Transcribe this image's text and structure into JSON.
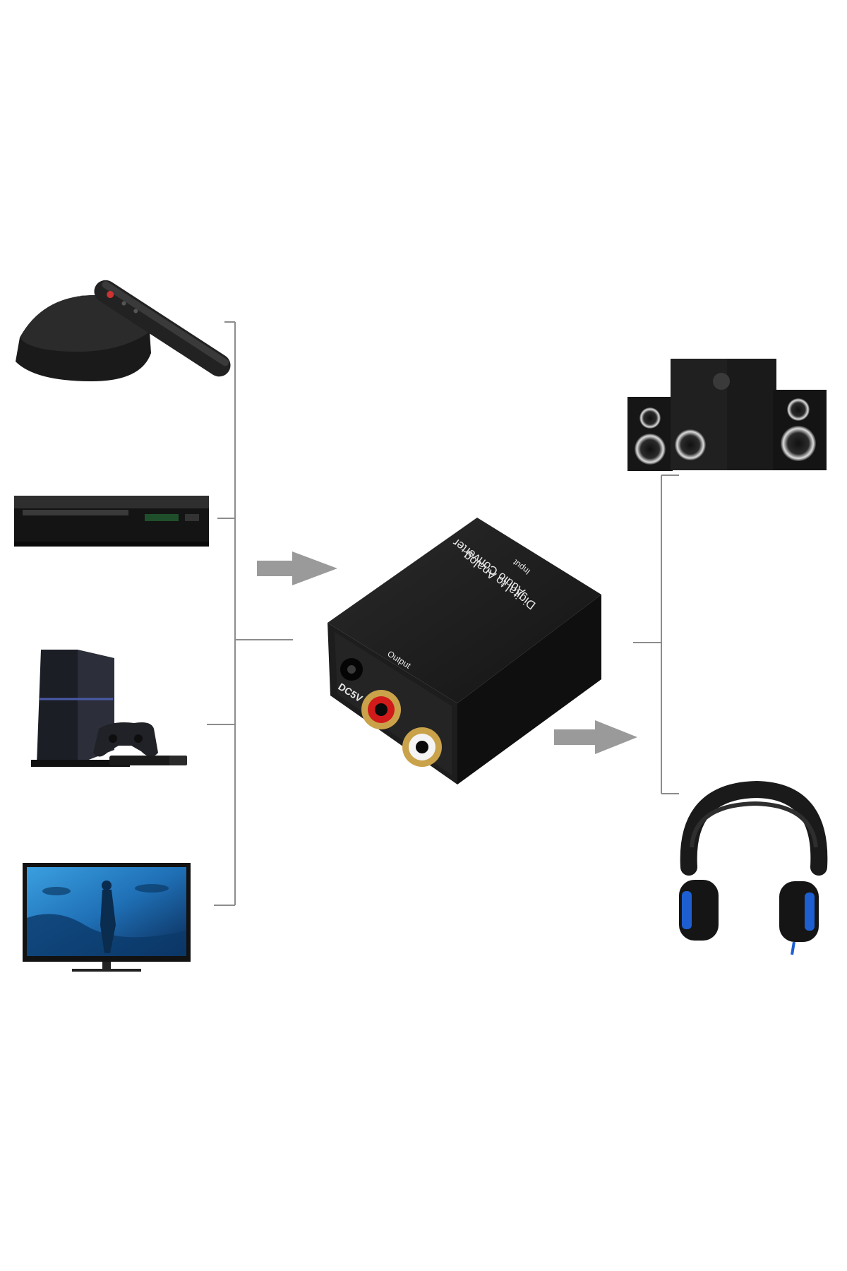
{
  "converter": {
    "title_line1": "Digital to Analog",
    "title_line2": "Audio Converter",
    "input_label": "Input",
    "output_label": "Output",
    "dc_label": "DC5V"
  },
  "sources": [
    {
      "name": "android-tv-box",
      "icon": "tv-box-with-remote-icon"
    },
    {
      "name": "dvd-player",
      "icon": "dvd-player-icon"
    },
    {
      "name": "game-console",
      "icon": "game-console-icon"
    },
    {
      "name": "television",
      "icon": "tv-icon"
    }
  ],
  "outputs": [
    {
      "name": "speaker-system",
      "icon": "speakers-icon"
    },
    {
      "name": "headphones",
      "icon": "headphones-icon"
    }
  ],
  "colors": {
    "device_black": "#1a1a1a",
    "connector_line": "#8c8c8c",
    "arrow_gray": "#9a9a9a",
    "rca_red": "#d11a1a",
    "rca_white": "#f4f4f4",
    "gold": "#c9a24a",
    "tv_screen_blue": "#1f6fb5",
    "headphone_accent_blue": "#1d5fd1"
  }
}
